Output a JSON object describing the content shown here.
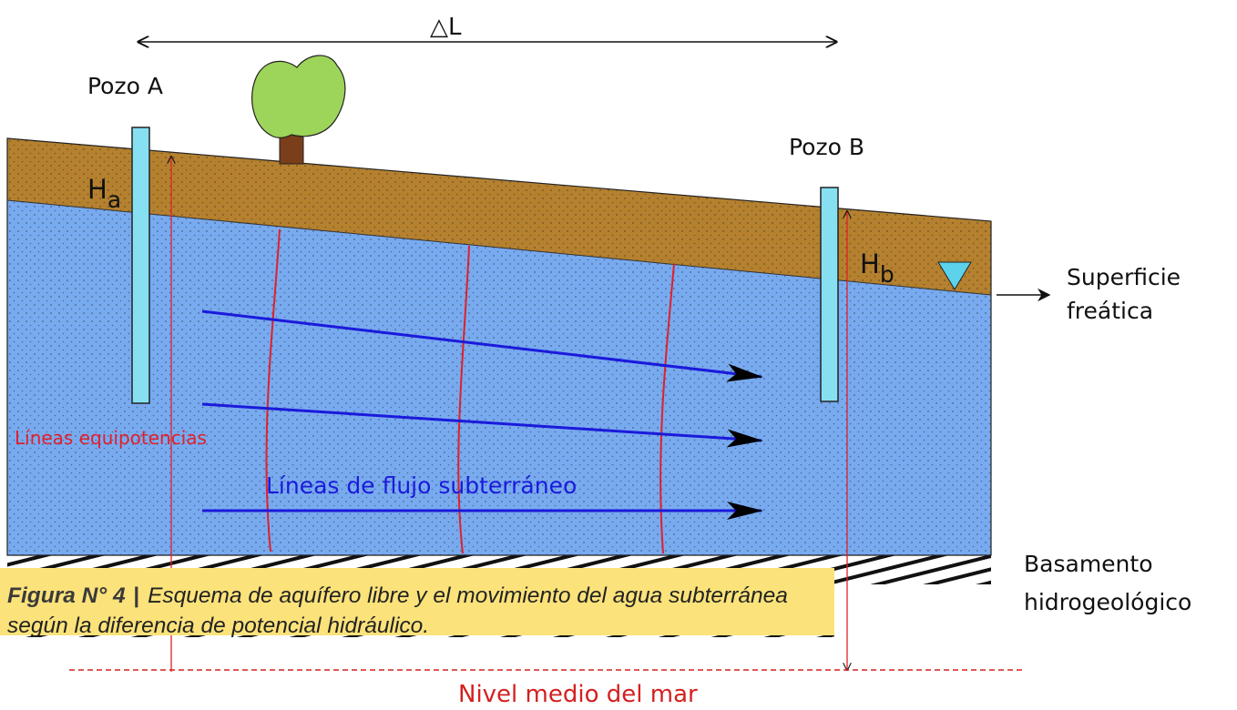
{
  "diagram": {
    "delta_label": "△L",
    "well_a_label": "Pozo A",
    "well_b_label": "Pozo B",
    "head_a_label": "H",
    "head_a_sub": "a",
    "head_b_label": "H",
    "head_b_sub": "b",
    "water_table_label_line1": "Superficie",
    "water_table_label_line2": "freática",
    "equipotential_label": "Líneas equipotencias",
    "flow_label": "Líneas de flujo subterráneo",
    "basement_label_line1": "Basamento",
    "basement_label_line2": "hidrogeológico",
    "sea_level_label": "Nivel medio del mar"
  },
  "caption": {
    "figure_label": "Figura N° 4",
    "separator": "|",
    "text": "Esquema de aquífero libre y el movimiento del agua subterránea según la diferencia de potencial hidráulico."
  },
  "colors": {
    "soil": "#b5812f",
    "water": "#78aaf0",
    "well": "#87e0f2",
    "equipotential": "#e0202a",
    "flow": "#1a1adb",
    "tree_crown": "#9dd45a",
    "tree_trunk": "#7a3e1a",
    "caption_bg": "#fbe27a",
    "sea_level": "#d42020"
  }
}
